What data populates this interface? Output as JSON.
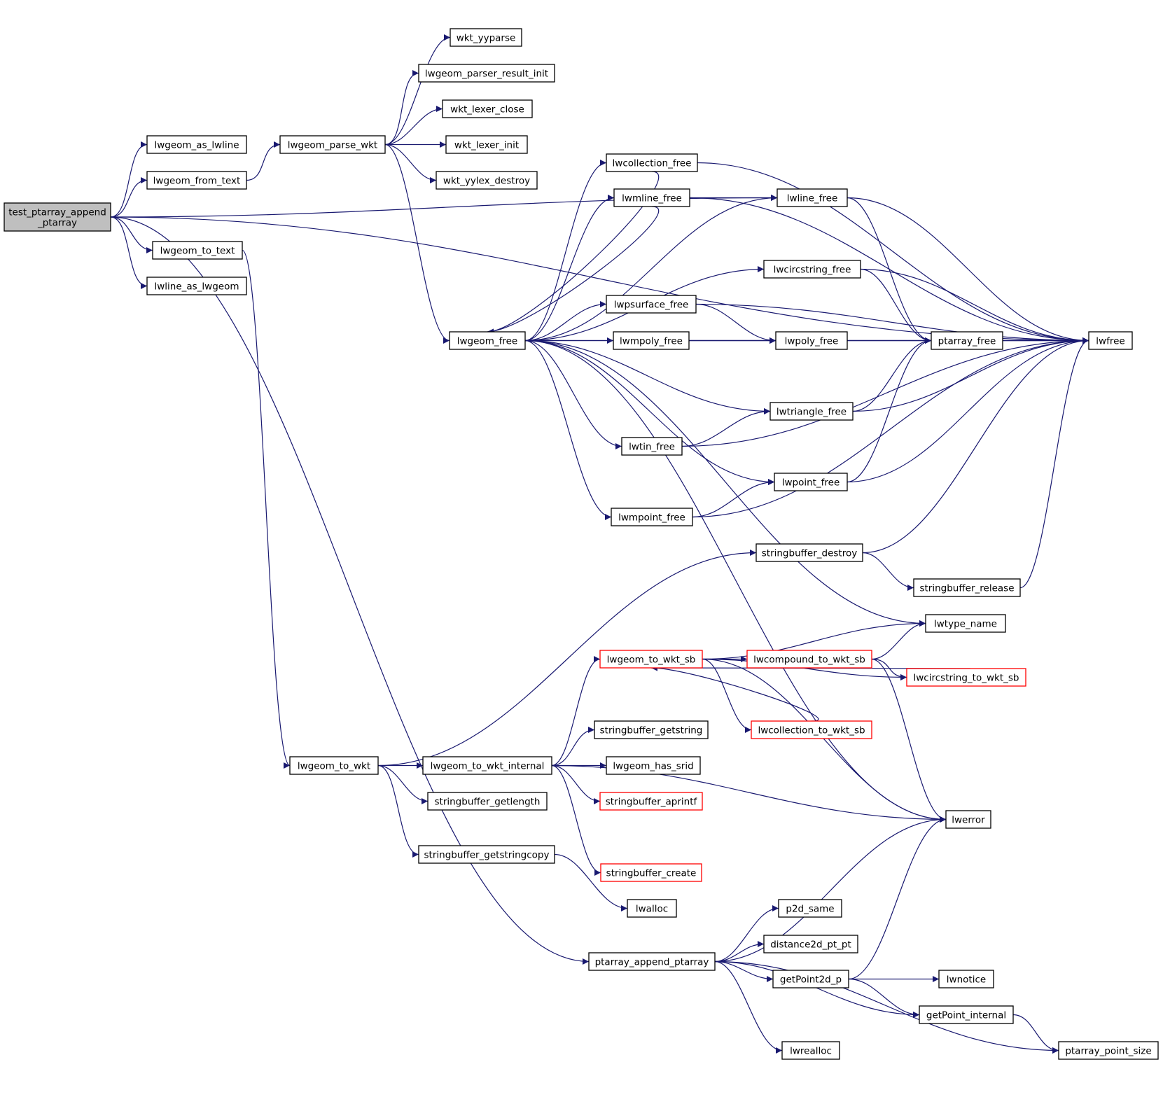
{
  "colors": {
    "edge": "#191970",
    "node_border": "#000000",
    "node_red_border": "#ff0000",
    "root_fill": "#bfbfbf",
    "node_fill": "#ffffff",
    "text": "#000000"
  },
  "nodes": [
    {
      "id": "root",
      "lines": [
        "test_ptarray_append",
        "_ptarray"
      ],
      "style": "root"
    },
    {
      "id": "lwgeom_as_lwline",
      "lines": [
        "lwgeom_as_lwline"
      ]
    },
    {
      "id": "lwgeom_from_text",
      "lines": [
        "lwgeom_from_text"
      ]
    },
    {
      "id": "lwgeom_to_text",
      "lines": [
        "lwgeom_to_text"
      ]
    },
    {
      "id": "lwline_as_lwgeom",
      "lines": [
        "lwline_as_lwgeom"
      ]
    },
    {
      "id": "lwgeom_parse_wkt",
      "lines": [
        "lwgeom_parse_wkt"
      ]
    },
    {
      "id": "wkt_yyparse",
      "lines": [
        "wkt_yyparse"
      ]
    },
    {
      "id": "lwgeom_parser_result_init",
      "lines": [
        "lwgeom_parser_result_init"
      ]
    },
    {
      "id": "wkt_lexer_close",
      "lines": [
        "wkt_lexer_close"
      ]
    },
    {
      "id": "wkt_lexer_init",
      "lines": [
        "wkt_lexer_init"
      ]
    },
    {
      "id": "wkt_yylex_destroy",
      "lines": [
        "wkt_yylex_destroy"
      ]
    },
    {
      "id": "lwgeom_free",
      "lines": [
        "lwgeom_free"
      ]
    },
    {
      "id": "lwcollection_free",
      "lines": [
        "lwcollection_free"
      ]
    },
    {
      "id": "lwmline_free",
      "lines": [
        "lwmline_free"
      ]
    },
    {
      "id": "lwline_free",
      "lines": [
        "lwline_free"
      ]
    },
    {
      "id": "lwcircstring_free",
      "lines": [
        "lwcircstring_free"
      ]
    },
    {
      "id": "lwpsurface_free",
      "lines": [
        "lwpsurface_free"
      ]
    },
    {
      "id": "lwmpoly_free",
      "lines": [
        "lwmpoly_free"
      ]
    },
    {
      "id": "lwpoly_free",
      "lines": [
        "lwpoly_free"
      ]
    },
    {
      "id": "ptarray_free",
      "lines": [
        "ptarray_free"
      ]
    },
    {
      "id": "lwfree",
      "lines": [
        "lwfree"
      ]
    },
    {
      "id": "lwtriangle_free",
      "lines": [
        "lwtriangle_free"
      ]
    },
    {
      "id": "lwtin_free",
      "lines": [
        "lwtin_free"
      ]
    },
    {
      "id": "lwpoint_free",
      "lines": [
        "lwpoint_free"
      ]
    },
    {
      "id": "lwmpoint_free",
      "lines": [
        "lwmpoint_free"
      ]
    },
    {
      "id": "stringbuffer_destroy",
      "lines": [
        "stringbuffer_destroy"
      ]
    },
    {
      "id": "stringbuffer_release",
      "lines": [
        "stringbuffer_release"
      ]
    },
    {
      "id": "lwtype_name",
      "lines": [
        "lwtype_name"
      ]
    },
    {
      "id": "lwgeom_to_wkt_sb",
      "lines": [
        "lwgeom_to_wkt_sb"
      ],
      "style": "red"
    },
    {
      "id": "lwcompound_to_wkt_sb",
      "lines": [
        "lwcompound_to_wkt_sb"
      ],
      "style": "red"
    },
    {
      "id": "lwcircstring_to_wkt_sb",
      "lines": [
        "lwcircstring_to_wkt_sb"
      ],
      "style": "red"
    },
    {
      "id": "lwcollection_to_wkt_sb",
      "lines": [
        "lwcollection_to_wkt_sb"
      ],
      "style": "red"
    },
    {
      "id": "stringbuffer_getstring",
      "lines": [
        "stringbuffer_getstring"
      ]
    },
    {
      "id": "lwgeom_to_wkt",
      "lines": [
        "lwgeom_to_wkt"
      ]
    },
    {
      "id": "lwgeom_to_wkt_internal",
      "lines": [
        "lwgeom_to_wkt_internal"
      ]
    },
    {
      "id": "lwgeom_has_srid",
      "lines": [
        "lwgeom_has_srid"
      ]
    },
    {
      "id": "stringbuffer_getlength",
      "lines": [
        "stringbuffer_getlength"
      ]
    },
    {
      "id": "stringbuffer_aprintf",
      "lines": [
        "stringbuffer_aprintf"
      ],
      "style": "red"
    },
    {
      "id": "lwerror",
      "lines": [
        "lwerror"
      ]
    },
    {
      "id": "stringbuffer_getstringcopy",
      "lines": [
        "stringbuffer_getstringcopy"
      ]
    },
    {
      "id": "stringbuffer_create",
      "lines": [
        "stringbuffer_create"
      ],
      "style": "red"
    },
    {
      "id": "lwalloc",
      "lines": [
        "lwalloc"
      ]
    },
    {
      "id": "p2d_same",
      "lines": [
        "p2d_same"
      ]
    },
    {
      "id": "distance2d_pt_pt",
      "lines": [
        "distance2d_pt_pt"
      ]
    },
    {
      "id": "ptarray_append_ptarray",
      "lines": [
        "ptarray_append_ptarray"
      ]
    },
    {
      "id": "getPoint2d_p",
      "lines": [
        "getPoint2d_p"
      ]
    },
    {
      "id": "lwnotice",
      "lines": [
        "lwnotice"
      ]
    },
    {
      "id": "getPoint_internal",
      "lines": [
        "getPoint_internal"
      ]
    },
    {
      "id": "lwrealloc",
      "lines": [
        "lwrealloc"
      ]
    },
    {
      "id": "ptarray_point_size",
      "lines": [
        "ptarray_point_size"
      ]
    }
  ],
  "edges": [
    [
      "root",
      "lwgeom_as_lwline"
    ],
    [
      "root",
      "lwgeom_from_text"
    ],
    [
      "root",
      "lwfree"
    ],
    [
      "root",
      "lwline_free"
    ],
    [
      "root",
      "lwgeom_to_text"
    ],
    [
      "root",
      "lwline_as_lwgeom"
    ],
    [
      "root",
      "ptarray_append_ptarray"
    ],
    [
      "lwgeom_from_text",
      "lwgeom_parse_wkt"
    ],
    [
      "lwgeom_parse_wkt",
      "wkt_yyparse"
    ],
    [
      "lwgeom_parse_wkt",
      "lwgeom_parser_result_init"
    ],
    [
      "lwgeom_parse_wkt",
      "wkt_lexer_close"
    ],
    [
      "lwgeom_parse_wkt",
      "wkt_lexer_init"
    ],
    [
      "lwgeom_parse_wkt",
      "wkt_yylex_destroy"
    ],
    [
      "lwgeom_parse_wkt",
      "lwgeom_free"
    ],
    [
      "lwgeom_to_text",
      "lwgeom_to_wkt"
    ],
    [
      "lwgeom_free",
      "lwcollection_free"
    ],
    [
      "lwgeom_free",
      "lwmline_free"
    ],
    [
      "lwgeom_free",
      "lwline_free"
    ],
    [
      "lwgeom_free",
      "lwcircstring_free"
    ],
    [
      "lwgeom_free",
      "lwpsurface_free"
    ],
    [
      "lwgeom_free",
      "lwmpoly_free"
    ],
    [
      "lwgeom_free",
      "lwpoly_free"
    ],
    [
      "lwgeom_free",
      "lwtriangle_free"
    ],
    [
      "lwgeom_free",
      "lwtin_free"
    ],
    [
      "lwgeom_free",
      "lwpoint_free"
    ],
    [
      "lwgeom_free",
      "lwmpoint_free"
    ],
    [
      "lwgeom_free",
      "lwtype_name"
    ],
    [
      "lwgeom_free",
      "lwerror"
    ],
    [
      "lwcollection_free",
      "lwgeom_free"
    ],
    [
      "lwcollection_free",
      "lwfree"
    ],
    [
      "lwmline_free",
      "lwgeom_free"
    ],
    [
      "lwmline_free",
      "lwline_free"
    ],
    [
      "lwmline_free",
      "lwfree"
    ],
    [
      "lwline_free",
      "ptarray_free"
    ],
    [
      "lwline_free",
      "lwfree"
    ],
    [
      "lwcircstring_free",
      "ptarray_free"
    ],
    [
      "lwcircstring_free",
      "lwfree"
    ],
    [
      "lwpsurface_free",
      "lwpoly_free"
    ],
    [
      "lwpsurface_free",
      "lwfree"
    ],
    [
      "lwmpoly_free",
      "lwpoly_free"
    ],
    [
      "lwmpoly_free",
      "lwfree"
    ],
    [
      "lwpoly_free",
      "ptarray_free"
    ],
    [
      "lwpoly_free",
      "lwfree"
    ],
    [
      "ptarray_free",
      "lwfree"
    ],
    [
      "lwtriangle_free",
      "ptarray_free"
    ],
    [
      "lwtriangle_free",
      "lwfree"
    ],
    [
      "lwtin_free",
      "lwtriangle_free"
    ],
    [
      "lwtin_free",
      "lwfree"
    ],
    [
      "lwpoint_free",
      "ptarray_free"
    ],
    [
      "lwpoint_free",
      "lwfree"
    ],
    [
      "lwmpoint_free",
      "lwpoint_free"
    ],
    [
      "lwmpoint_free",
      "lwfree"
    ],
    [
      "stringbuffer_destroy",
      "lwfree"
    ],
    [
      "stringbuffer_destroy",
      "stringbuffer_release"
    ],
    [
      "stringbuffer_release",
      "lwfree"
    ],
    [
      "lwgeom_to_wkt",
      "stringbuffer_destroy"
    ],
    [
      "lwgeom_to_wkt",
      "lwgeom_to_wkt_internal"
    ],
    [
      "lwgeom_to_wkt",
      "stringbuffer_getlength"
    ],
    [
      "lwgeom_to_wkt",
      "stringbuffer_getstringcopy"
    ],
    [
      "lwgeom_to_wkt_internal",
      "lwgeom_to_wkt_sb"
    ],
    [
      "lwgeom_to_wkt_internal",
      "stringbuffer_getstring"
    ],
    [
      "lwgeom_to_wkt_internal",
      "lwgeom_has_srid"
    ],
    [
      "lwgeom_to_wkt_internal",
      "stringbuffer_aprintf"
    ],
    [
      "lwgeom_to_wkt_internal",
      "stringbuffer_create"
    ],
    [
      "lwgeom_to_wkt_internal",
      "lwerror"
    ],
    [
      "lwgeom_to_wkt_sb",
      "lwtype_name"
    ],
    [
      "lwgeom_to_wkt_sb",
      "lwcompound_to_wkt_sb"
    ],
    [
      "lwgeom_to_wkt_sb",
      "lwcircstring_to_wkt_sb"
    ],
    [
      "lwgeom_to_wkt_sb",
      "lwcollection_to_wkt_sb"
    ],
    [
      "lwgeom_to_wkt_sb",
      "lwerror"
    ],
    [
      "lwcompound_to_wkt_sb",
      "lwtype_name"
    ],
    [
      "lwcompound_to_wkt_sb",
      "lwcircstring_to_wkt_sb"
    ],
    [
      "lwcompound_to_wkt_sb",
      "lwerror"
    ],
    [
      "lwcircstring_to_wkt_sb",
      "lwgeom_to_wkt_sb"
    ],
    [
      "lwcollection_to_wkt_sb",
      "lwgeom_to_wkt_sb"
    ],
    [
      "stringbuffer_getstringcopy",
      "lwalloc"
    ],
    [
      "ptarray_append_ptarray",
      "lwerror"
    ],
    [
      "ptarray_append_ptarray",
      "p2d_same"
    ],
    [
      "ptarray_append_ptarray",
      "distance2d_pt_pt"
    ],
    [
      "ptarray_append_ptarray",
      "getPoint2d_p"
    ],
    [
      "ptarray_append_ptarray",
      "getPoint_internal"
    ],
    [
      "ptarray_append_ptarray",
      "lwrealloc"
    ],
    [
      "ptarray_append_ptarray",
      "ptarray_point_size"
    ],
    [
      "getPoint2d_p",
      "lwnotice"
    ],
    [
      "getPoint2d_p",
      "getPoint_internal"
    ],
    [
      "getPoint2d_p",
      "lwerror"
    ],
    [
      "getPoint_internal",
      "ptarray_point_size"
    ]
  ]
}
